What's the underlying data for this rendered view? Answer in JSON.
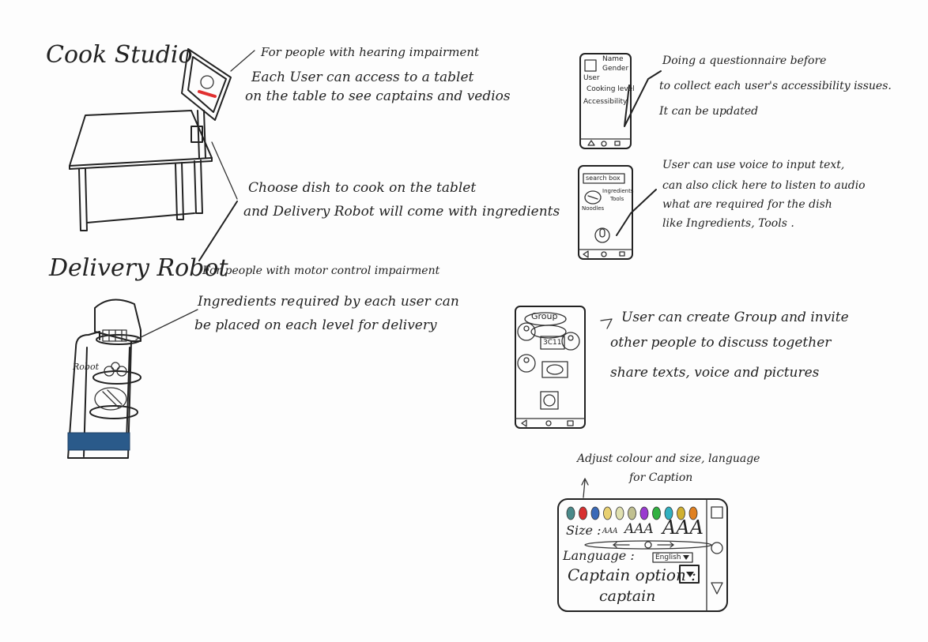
{
  "titles": {
    "cook_studio": "Cook Studio",
    "delivery_robot": "Delivery Robot"
  },
  "notes": {
    "hearing": [
      "For people with hearing impairment",
      "Each User can access to a tablet",
      "on the table to see captains and vedios"
    ],
    "choose_dish": [
      "Choose dish to cook on the tablet",
      "and Delivery Robot will come with ingredients"
    ],
    "motor": [
      "For people with motor control impairment",
      "Ingredients required by each user can",
      "be placed on each level for delivery"
    ],
    "questionnaire": [
      "Doing a questionnaire before",
      "to collect each user's accessibility issues.",
      "It can be updated"
    ],
    "voice": [
      "User can use voice to input text,",
      "can also click here to listen to audio",
      "what are required for the dish",
      "like Ingredients, Tools ."
    ],
    "group": [
      "User can create Group and invite",
      "other people to discuss together",
      "share texts, voice and pictures"
    ],
    "adjust": [
      "Adjust colour and size, language",
      "for Caption"
    ]
  },
  "profile_screen": {
    "name": "Name",
    "gender": "Gender",
    "user": "User",
    "cooking_level": "Cooking level",
    "accessibility": "Accessibility"
  },
  "search_screen": {
    "search": "search box",
    "ingredients": "Ingredients",
    "tools": "Tools",
    "noodles": "Noodles"
  },
  "group_screen": {
    "title": "Group",
    "text": "3C11"
  },
  "robot_label": "Robot",
  "caption_screen": {
    "size_label": "Size :",
    "size_samples": [
      "AAA",
      "AAA",
      "AAA"
    ],
    "language_label": "Language :",
    "language_value": "English",
    "option_label": "Captain option :",
    "caption_word": "captain"
  },
  "colors": {
    "swatches": [
      "#4a8a8a",
      "#d83030",
      "#3a6ab8",
      "#e8d070",
      "#e0e0b0",
      "#c0c090",
      "#9a3ad0",
      "#30b040",
      "#30b0c0",
      "#d0b030",
      "#e08020"
    ],
    "robot_band": "#2a5a8a",
    "tablet_red": "#e03030"
  }
}
